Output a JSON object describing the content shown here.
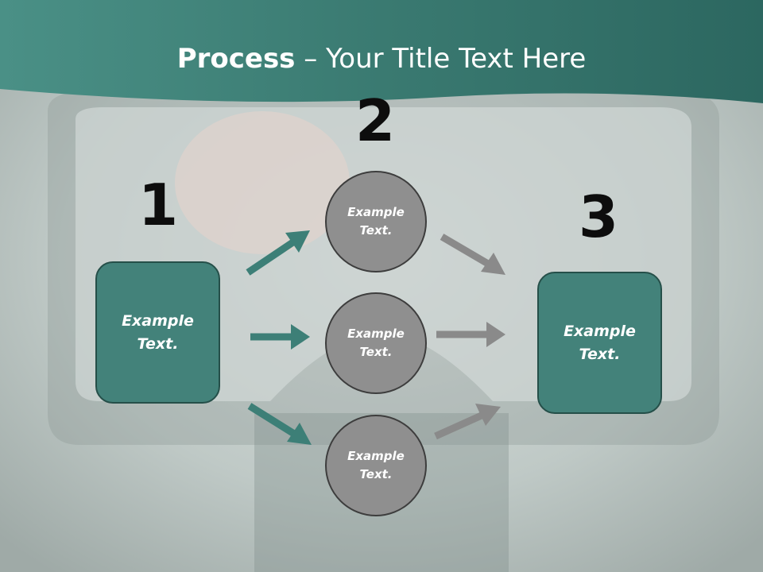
{
  "title": {
    "bold": "Process",
    "rest": " – Your Title Text Here"
  },
  "steps": {
    "one": {
      "number": "1",
      "text": "Example Text."
    },
    "two": {
      "number": "2"
    },
    "three": {
      "number": "3",
      "text": "Example Text."
    }
  },
  "circles": [
    {
      "text": "Example Text."
    },
    {
      "text": "Example Text."
    },
    {
      "text": "Example Text."
    }
  ],
  "colors": {
    "teal": "#43827a",
    "header": "#3f7f77",
    "gray": "#8f8f8f"
  }
}
